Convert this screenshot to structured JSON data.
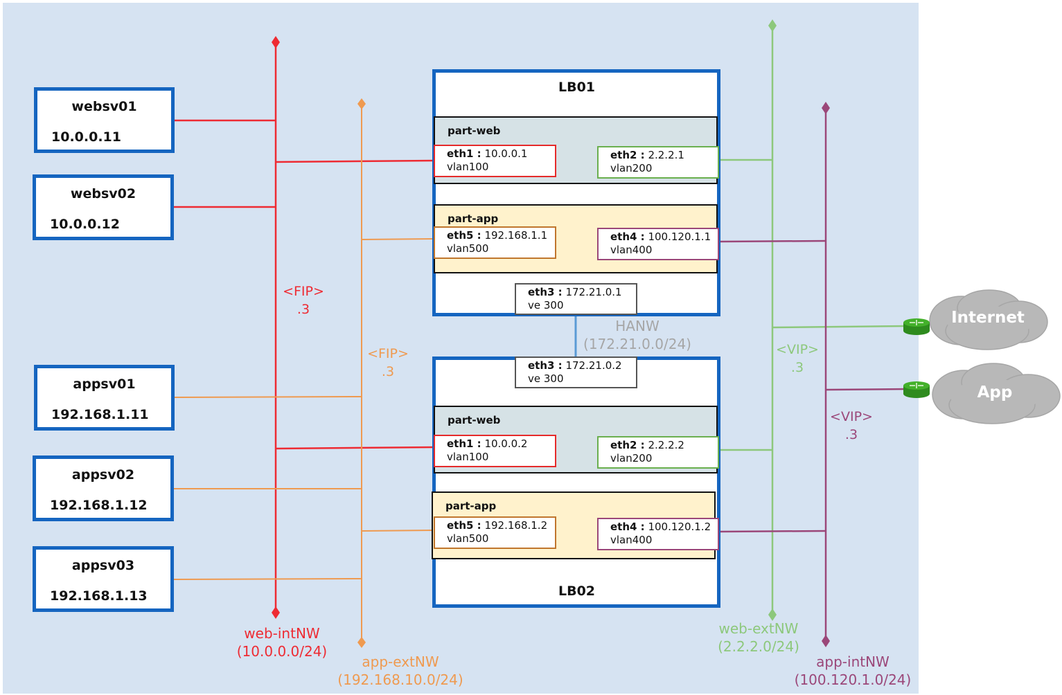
{
  "colors": {
    "background": "#d6e3f2",
    "web_int": "#ee2b33",
    "app_ext": "#ef9a50",
    "web_ext": "#8dc87c",
    "app_int": "#9b4779",
    "hanw": "#5b9bd5",
    "server_border": "#1565c0",
    "part_web_fill": "#d6e2e6",
    "part_app_fill": "#fff2cc",
    "eth1_border": "#e52a2a",
    "eth5_border": "#c0762d",
    "eth2_border": "#6aaf4e",
    "eth4_border": "#9b4779",
    "eth3_border": "#555555",
    "cloud": "#b8b8b8",
    "router": "#43b02a"
  },
  "servers": [
    {
      "name": "websv01",
      "ip": "10.0.0.11"
    },
    {
      "name": "websv02",
      "ip": "10.0.0.12"
    },
    {
      "name": "appsv01",
      "ip": "192.168.1.11"
    },
    {
      "name": "appsv02",
      "ip": "192.168.1.12"
    },
    {
      "name": "appsv03",
      "ip": "192.168.1.13"
    }
  ],
  "lb01": {
    "title": "LB01",
    "part_web": {
      "name": "part-web",
      "eth1": {
        "iface": "eth1 :",
        "ip": " 10.0.0.1",
        "vlan": "vlan100"
      },
      "eth2": {
        "iface": "eth2 :",
        "ip": " 2.2.2.1",
        "vlan": "vlan200"
      }
    },
    "part_app": {
      "name": "part-app",
      "eth5": {
        "iface": "eth5 :",
        "ip": " 192.168.1.1",
        "vlan": "vlan500"
      },
      "eth4": {
        "iface": "eth4 :",
        "ip": " 100.120.1.1",
        "vlan": "vlan400"
      }
    },
    "eth3": {
      "iface": "eth3 :",
      "ip": " 172.21.0.1",
      "vlan": "ve 300"
    }
  },
  "lb02": {
    "title": "LB02",
    "eth3": {
      "iface": "eth3 :",
      "ip": " 172.21.0.2",
      "vlan": "ve 300"
    },
    "part_web": {
      "name": "part-web",
      "eth1": {
        "iface": "eth1 :",
        "ip": " 10.0.0.2",
        "vlan": "vlan100"
      },
      "eth2": {
        "iface": "eth2 :",
        "ip": " 2.2.2.2",
        "vlan": "vlan200"
      }
    },
    "part_app": {
      "name": "part-app",
      "eth5": {
        "iface": "eth5 :",
        "ip": " 192.168.1.2",
        "vlan": "vlan500"
      },
      "eth4": {
        "iface": "eth4 :",
        "ip": " 100.120.1.2",
        "vlan": "vlan400"
      }
    }
  },
  "networks": {
    "web_int": {
      "name": "web-intNW",
      "cidr": "(10.0.0.0/24)",
      "tag": "<FIP>",
      "host": ".3"
    },
    "app_ext": {
      "name": "app-extNW",
      "cidr": "(192.168.10.0/24)",
      "tag": "<FIP>",
      "host": ".3"
    },
    "web_ext": {
      "name": "web-extNW",
      "cidr": "(2.2.2.0/24)",
      "tag": "<VIP>",
      "host": ".3"
    },
    "app_int": {
      "name": "app-intNW",
      "cidr": "(100.120.1.0/24)",
      "tag": "<VIP>",
      "host": ".3"
    },
    "hanw": {
      "name": "HANW",
      "cidr": "(172.21.0.0/24)"
    }
  },
  "clouds": [
    {
      "name": "Internet",
      "icon": "router-icon"
    },
    {
      "name": "App",
      "icon": "router-icon"
    }
  ]
}
